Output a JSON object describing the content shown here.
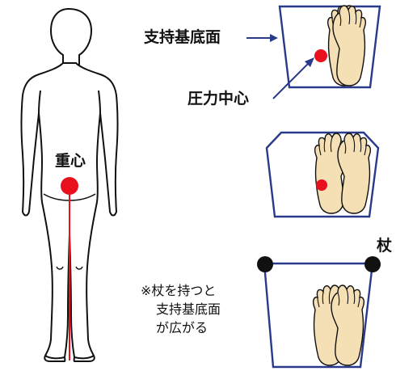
{
  "labels": {
    "center_of_gravity": "重心",
    "base_of_support": "支持基底面",
    "center_of_pressure": "圧力中心",
    "cane": "杖",
    "note_line1": "※杖を持つと",
    "note_line2": "支持基底面",
    "note_line3": "が広がる"
  },
  "colors": {
    "accent_red": "#e8101c",
    "outline_blue": "#2a3a8a",
    "foot_fill": "#f5dfb5",
    "outline_black": "#111111"
  },
  "icons": {
    "figure": "human-figure-outline",
    "feet": "footprint-pair",
    "cane_tip": "black-dot"
  }
}
